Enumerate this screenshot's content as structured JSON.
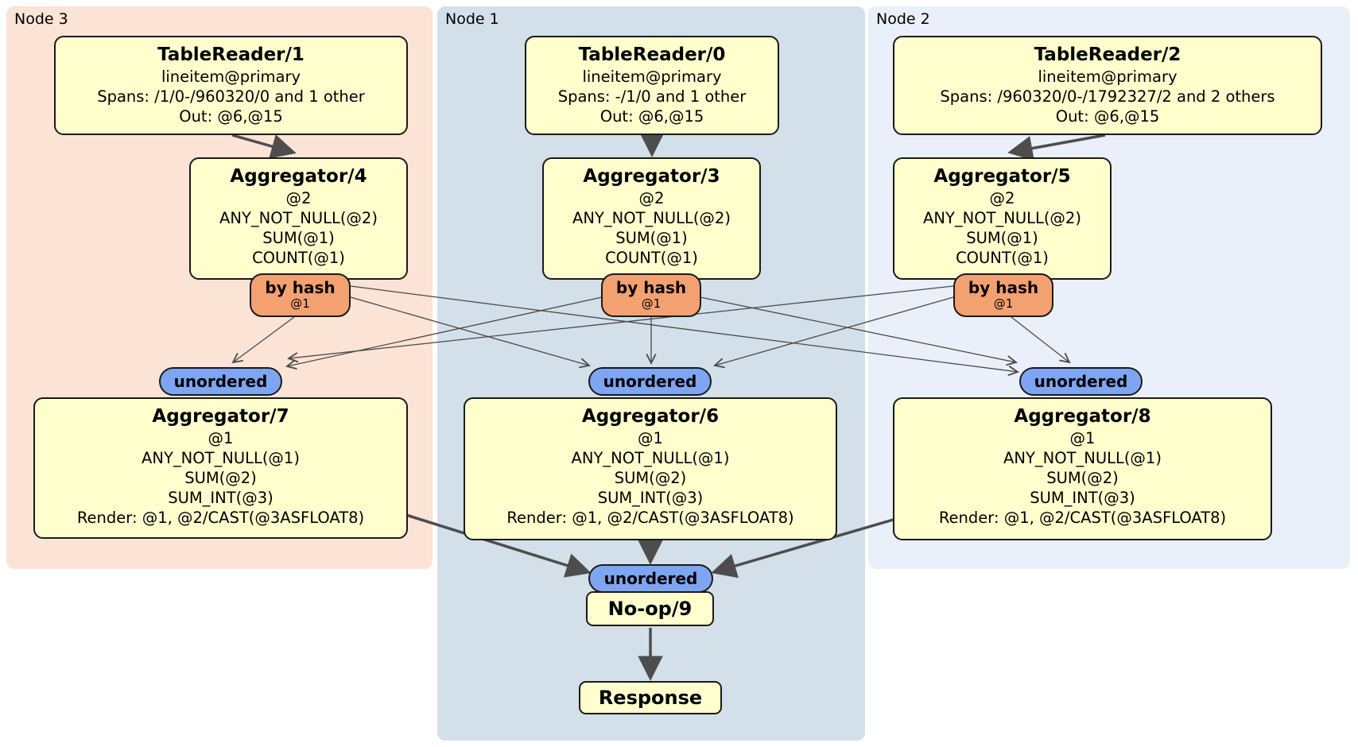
{
  "regions": {
    "node3": {
      "label": "Node 3",
      "color": "#FBE3D6"
    },
    "node1": {
      "label": "Node 1",
      "color": "#D3E0E9"
    },
    "node2": {
      "label": "Node 2",
      "color": "#EAF0FA"
    }
  },
  "processors": {
    "tr1": {
      "title": "TableReader/1",
      "index": "lineitem@primary",
      "spans": "Spans: /1/0-/960320/0 and 1 other",
      "out": "Out: @6,@15"
    },
    "tr0": {
      "title": "TableReader/0",
      "index": "lineitem@primary",
      "spans": "Spans: -/1/0 and 1 other",
      "out": "Out: @6,@15"
    },
    "tr2": {
      "title": "TableReader/2",
      "index": "lineitem@primary",
      "spans": "Spans: /960320/0-/1792327/2 and 2 others",
      "out": "Out: @6,@15"
    },
    "agg4": {
      "title": "Aggregator/4",
      "group": "@2",
      "f1": "ANY_NOT_NULL(@2)",
      "f2": "SUM(@1)",
      "f3": "COUNT(@1)"
    },
    "agg3": {
      "title": "Aggregator/3",
      "group": "@2",
      "f1": "ANY_NOT_NULL(@2)",
      "f2": "SUM(@1)",
      "f3": "COUNT(@1)"
    },
    "agg5": {
      "title": "Aggregator/5",
      "group": "@2",
      "f1": "ANY_NOT_NULL(@2)",
      "f2": "SUM(@1)",
      "f3": "COUNT(@1)"
    },
    "agg7": {
      "title": "Aggregator/7",
      "group": "@1",
      "f1": "ANY_NOT_NULL(@1)",
      "f2": "SUM(@2)",
      "f3": "SUM_INT(@3)",
      "render": "Render: @1, @2/CAST(@3ASFLOAT8)"
    },
    "agg6": {
      "title": "Aggregator/6",
      "group": "@1",
      "f1": "ANY_NOT_NULL(@1)",
      "f2": "SUM(@2)",
      "f3": "SUM_INT(@3)",
      "render": "Render: @1, @2/CAST(@3ASFLOAT8)"
    },
    "agg8": {
      "title": "Aggregator/8",
      "group": "@1",
      "f1": "ANY_NOT_NULL(@1)",
      "f2": "SUM(@2)",
      "f3": "SUM_INT(@3)",
      "render": "Render: @1, @2/CAST(@3ASFLOAT8)"
    },
    "noop": {
      "title": "No-op/9"
    },
    "response": {
      "title": "Response"
    }
  },
  "routers": {
    "by_hash": {
      "label": "by hash",
      "key": "@1"
    }
  },
  "streams": {
    "unordered_label": "unordered"
  },
  "colors": {
    "processor_fill": "#FFFFCE",
    "router_fill": "#F3A170",
    "stream_fill": "#7DA5F2",
    "node3_bg": "#FBE3D6",
    "node1_bg": "#D3E0E9",
    "node2_bg": "#EAF0FA",
    "edge": "#4d4d4d",
    "border": "#1a1a1a"
  }
}
